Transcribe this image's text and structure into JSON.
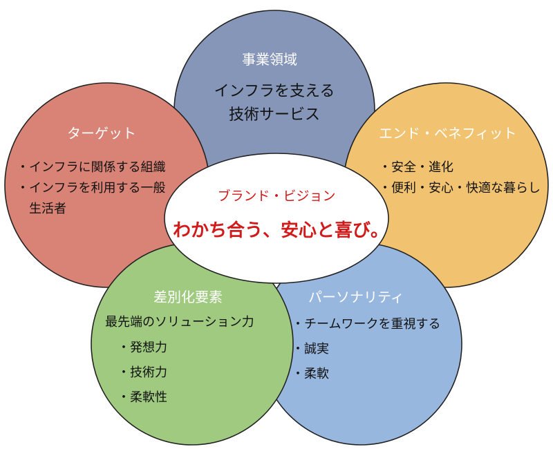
{
  "colors": {
    "business": "#8696b8",
    "target": "#d88375",
    "benefit": "#f1c270",
    "differentiation": "#9fca80",
    "personality": "#98b7df",
    "center": "#ffffff",
    "accent_red": "#d11a1a"
  },
  "business_domain": {
    "title": "事業領域",
    "lines": [
      "インフラを支える",
      "技術サービス"
    ]
  },
  "target": {
    "title": "ターゲット",
    "items": [
      "・インフラに関係する組織",
      "・インフラを利用する一般",
      "生活者"
    ]
  },
  "end_benefit": {
    "title": "エンド・ベネフィット",
    "items": [
      "・安全・進化",
      "・便利・安心・快適な暮らし"
    ]
  },
  "differentiation": {
    "title": "差別化要素",
    "intro": "最先端のソリューション力",
    "items": [
      "・発想力",
      "・技術力",
      "・柔軟性"
    ]
  },
  "personality": {
    "title": "パーソナリティ",
    "items": [
      "・チームワークを重視する",
      "・誠実",
      "・柔軟"
    ]
  },
  "brand_vision": {
    "title": "ブランド・ビジョン",
    "statement": "わかち合う、安心と喜び。"
  }
}
